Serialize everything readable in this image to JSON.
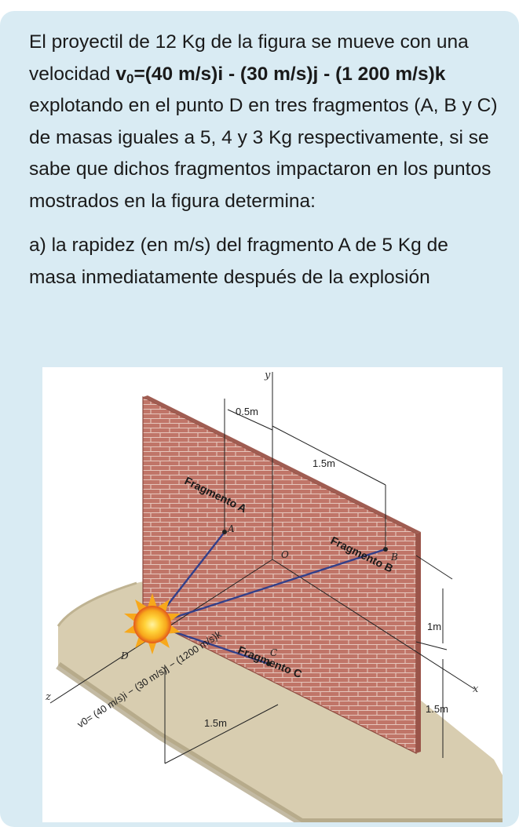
{
  "problem": {
    "intro_before": "El proyectil de 12 Kg de la figura se mueve con una velocidad ",
    "velocity_v": "v",
    "velocity_sub": "0",
    "velocity_expr": "=(40 m/s)i - (30 m/s)j - (1 200 m/s)k",
    "intro_after": " explotando en el punto D en tres fragmentos (A, B y C) de masas iguales a 5, 4 y 3 Kg respectivamente, si se sabe que dichos fragmentos impactaron en los puntos mostrados en la figura determina:",
    "question_a": "a) la rapidez (en m/s) del fragmento A de 5 Kg de masa inmediatamente después de la explosión"
  },
  "figure": {
    "axis_y": "y",
    "axis_x": "x",
    "axis_z": "z",
    "point_o": "O",
    "point_a": "A",
    "point_b": "B",
    "point_c": "C",
    "point_d": "D",
    "dim_05": "0.5m",
    "dim_15_top": "1.5m",
    "dim_1": "1m",
    "dim_15_right": "1.5m",
    "dim_15_bottom": "1.5m",
    "frag_a": "Fragmento A",
    "frag_b": "Fragmento B",
    "frag_c": "Fragmento C",
    "v0_label": "v0= (40 m/s)i − (30 m/s)j − (1200 m/s)k"
  },
  "colors": {
    "card_bg": "#d9ebf3",
    "wall": "#c07568",
    "mortar": "#e6c6bc",
    "ground": "#d8cdb0",
    "ground_edge": "#a99d7c",
    "trajectory": "#33408a",
    "explosion": "#f7a81b"
  }
}
